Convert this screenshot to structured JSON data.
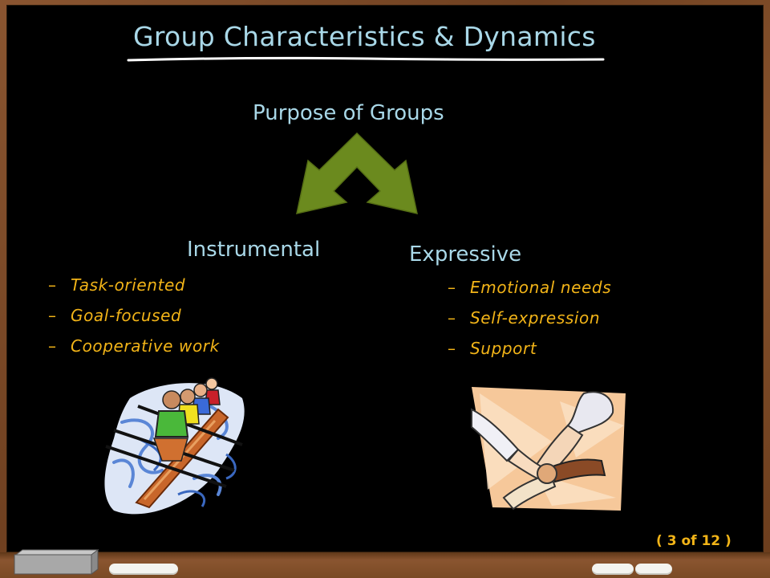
{
  "slide": {
    "title": "Group Characteristics & Dynamics",
    "subtitle": "Purpose of Groups",
    "instrumental": {
      "heading": "Instrumental",
      "items": [
        "Task-oriented",
        "Goal-focused",
        "Cooperative work"
      ]
    },
    "expressive": {
      "heading": "Expressive",
      "items": [
        "Emotional needs",
        "Self-expression",
        "Support"
      ]
    },
    "page": {
      "open": "(",
      "current": "3",
      "of": "of 12",
      "close": ")"
    },
    "dash": "–"
  },
  "colors": {
    "heading": "#a9d8e8",
    "bullet_text": "#f2b418",
    "arrow": "#6b8a1e",
    "board": "#000000",
    "frame": "#7a4a24"
  },
  "icons": {
    "arrow": "double-down-arrow-icon",
    "rowers": "rowing-team-clipart",
    "hands": "joined-hands-clipart"
  }
}
